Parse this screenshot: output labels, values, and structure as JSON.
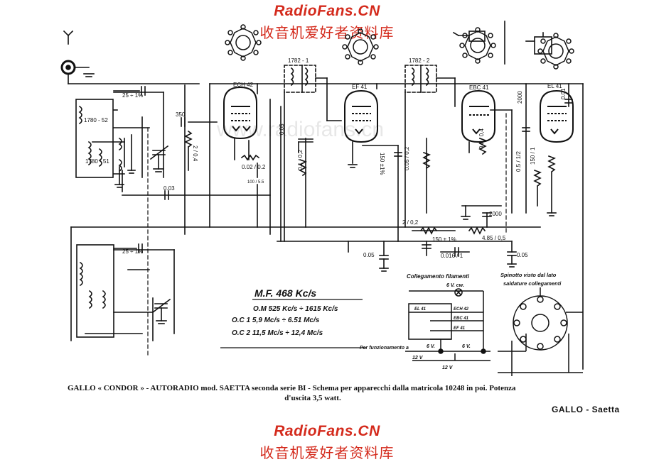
{
  "watermark": {
    "site": "RadioFans.CN",
    "cn_title": "收音机爱好者资料库",
    "faint": "www.radiofans.cn"
  },
  "tubes": [
    "ECH 42",
    "EF 41",
    "EBC 41",
    "EL 41"
  ],
  "if_transformers": [
    "1782 - 1",
    "1782 - 2"
  ],
  "coils": [
    "1780 - 52",
    "1780 - 51"
  ],
  "component_labels": {
    "cap_350": "350",
    "cap_003": "0.03",
    "res_2_04": "2 / 0,4",
    "res_002": "0.02 / 0.2",
    "cap_100": "100 / 5.5",
    "cap_005_top": "0.05",
    "res_01": "0.1 / 0,2",
    "res_150": "150 ±1%",
    "res_005_2": "0.05 / 0,2",
    "res_02_2": "0.2 / 0,4",
    "res_05_1": "0.5 / 1/2",
    "res_150_2": "150 / 1",
    "cap_2000_top": "2000",
    "cap_001": "0.01",
    "cap_25_top": "25 ÷ 1%",
    "cap_25_bot": "25 ÷ 1%",
    "cap_2000_mid": "2000",
    "res_2_02": "2 / 0,2",
    "res_485": "4.85 / 0,5",
    "cap_150": "150 ± 1%",
    "cap_0016": "0.016 / 1",
    "cap_005_l": "0.05",
    "cap_005_r": "0.05"
  },
  "bands": {
    "if_freq": "M.F. 468 Kc/s",
    "om": "O.M 525 Kc/s ÷ 1615 Kc/s",
    "oc1": "O.C 1  5,9 Mc/s ÷ 6.51 Mc/s",
    "oc2": "O.C 2  11,5 Mc/s ÷ 12,4 Mc/s"
  },
  "heater": {
    "title": "Collegamento filamenti",
    "lamp": "6 V.  cw.",
    "tubes": [
      "EL 41",
      "ECH 42",
      "EBC 41",
      "EF 41"
    ],
    "voltage_6v_a": "6 V.",
    "voltage_6v_b": "6 V.",
    "voltage_12v_a": "12 V",
    "voltage_12v_b": "12 V",
    "supply": "Per funzionamento a"
  },
  "socket": {
    "title_line1": "Spinotto visto dal lato",
    "title_line2": "saldature collegamenti"
  },
  "caption": {
    "line1": "GALLO « CONDOR » - AUTORADIO mod. SAETTA seconda serie BI - Schema per apparecchi dalla matricola 10248 in poi. Potenza",
    "line2": "d'uscita 3,5 watt."
  },
  "brand_label": "GALLO - Saetta"
}
